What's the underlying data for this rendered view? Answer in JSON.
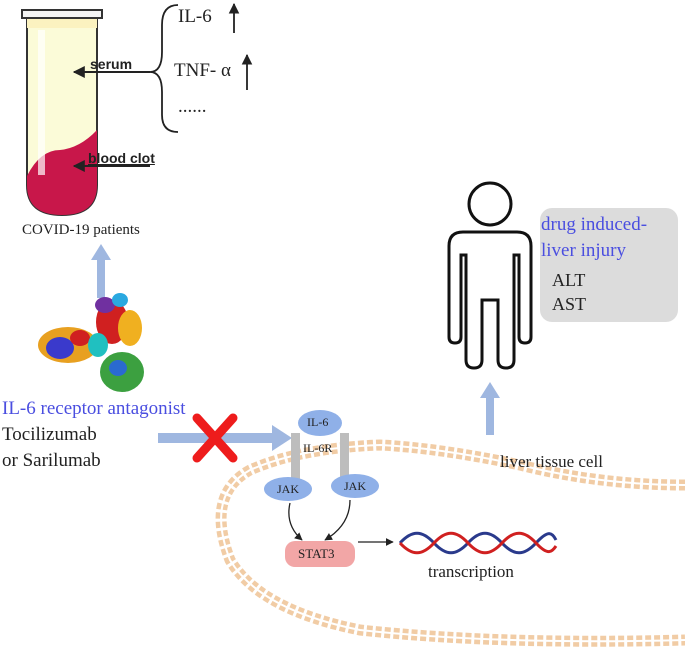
{
  "serum_box": {
    "label_serum": "serum",
    "label_clot": "blood clot",
    "markers": [
      "IL-6",
      "TNF- α",
      "......"
    ],
    "caption": "COVID-19 patients"
  },
  "antagonist": {
    "title": "IL-6 receptor antagonist",
    "drug1": "Tocilizumab",
    "drug2": "or Sarilumab"
  },
  "receptor": {
    "ligand": "IL-6",
    "receptor": "IL-6R",
    "jak_left": "JAK",
    "jak_right": "JAK",
    "stat": "STAT3",
    "transcription": "transcription",
    "cell": "liver tissue cell"
  },
  "injury": {
    "title_line1": "drug induced-",
    "title_line2": "liver injury",
    "alt": "ALT",
    "ast": "AST"
  },
  "colors": {
    "accent_blue": "#4a4ee0",
    "arrow_blue": "#9fb7e0",
    "jak_blue": "#8fb0e8",
    "stat_pink": "#f2a6a6",
    "membrane": "#f0c9a0",
    "block_red": "#ee1c1c"
  }
}
